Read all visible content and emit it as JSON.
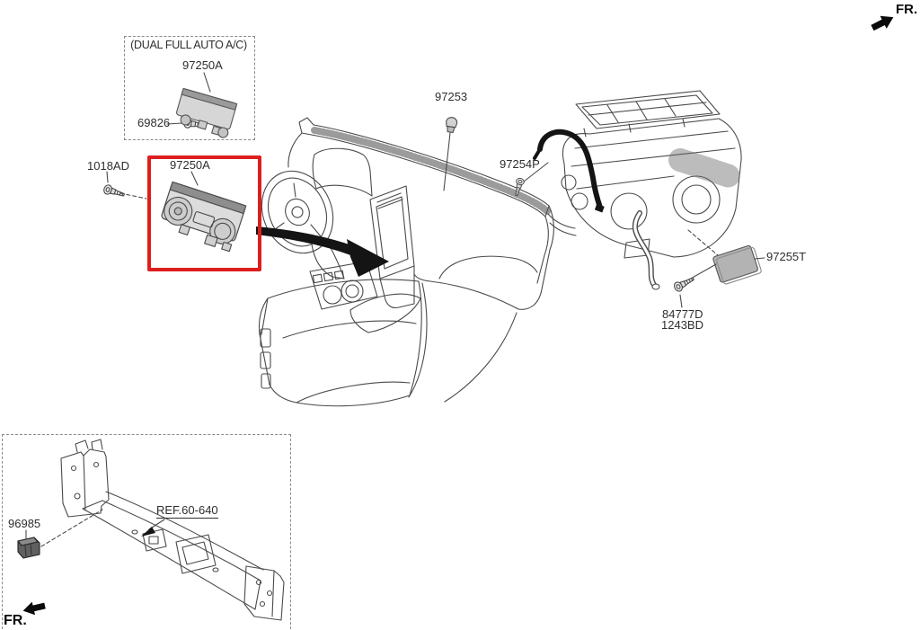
{
  "colors": {
    "background": "#ffffff",
    "line": "#4a4a4a",
    "highlight_red": "#dd1e1e",
    "harness_black": "#141414",
    "filter_gray": "#b3b3b3",
    "sensor_dark": "#606060"
  },
  "orientation": {
    "top_right_label": "FR.",
    "bottom_left_label": "FR."
  },
  "inset_dual_ac": {
    "title": "(DUAL FULL AUTO A/C)",
    "parts": {
      "control": "97250A",
      "screw": "69826"
    }
  },
  "main_view": {
    "parts": {
      "screw_left": "1018AD",
      "control": "97250A",
      "sensor_top": "97253",
      "clip_right": "97254P",
      "filter": "97255T",
      "bolt_line1": "84777D",
      "bolt_line2": "1243BD"
    }
  },
  "inset_bumper": {
    "parts": {
      "sensor": "96985"
    },
    "reference": "REF.60-640"
  }
}
